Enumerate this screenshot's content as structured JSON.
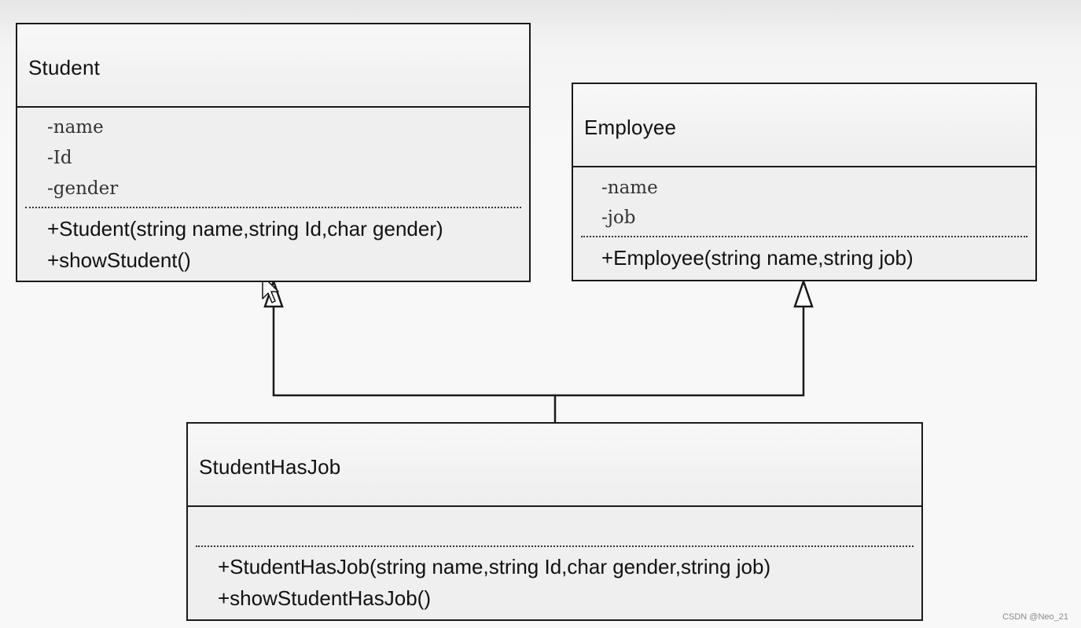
{
  "classes": {
    "student": {
      "name": "Student",
      "attributes": [
        "-name",
        "-Id",
        "-gender"
      ],
      "operations": [
        "+Student(string name,string Id,char gender)",
        "+showStudent()"
      ]
    },
    "employee": {
      "name": "Employee",
      "attributes": [
        "-name",
        "-job"
      ],
      "operations": [
        "+Employee(string name,string job)"
      ]
    },
    "student_has_job": {
      "name": "StudentHasJob",
      "attributes": [],
      "operations": [
        "+StudentHasJob(string name,string Id,char gender,string job)",
        "+showStudentHasJob()"
      ]
    }
  },
  "relations": [
    {
      "type": "generalization",
      "from": "StudentHasJob",
      "to": "Student"
    },
    {
      "type": "generalization",
      "from": "StudentHasJob",
      "to": "Employee"
    }
  ],
  "watermark": "CSDN @Neo_21",
  "colors": {
    "line": "#1a1a1a",
    "box_fill": "#efefef"
  },
  "icons": [
    "mouse-cursor-icon",
    "inheritance-arrowhead-icon"
  ]
}
